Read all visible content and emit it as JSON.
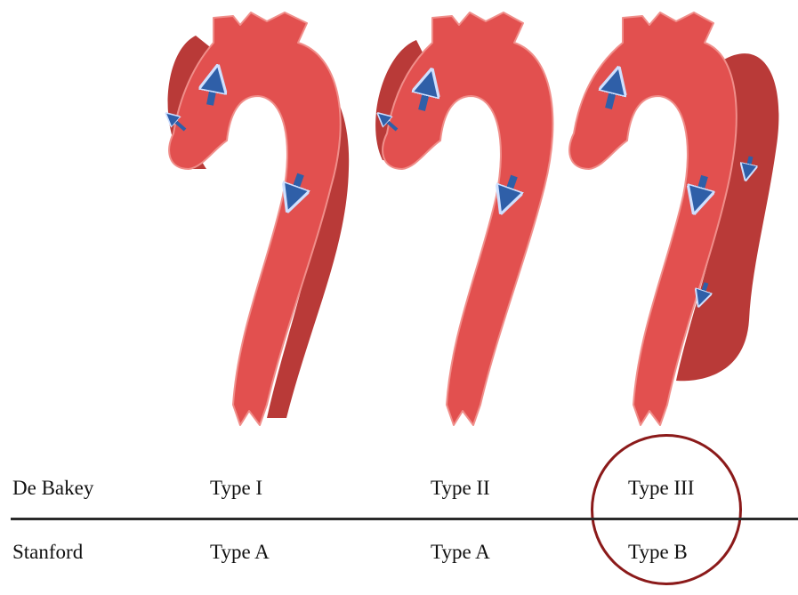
{
  "colors": {
    "aorta_fill": "#e2504f",
    "aorta_outline": "#f08e8a",
    "false_lumen": "#b93a38",
    "flow_arrow": "#2f5fa8",
    "highlight_ring": "#8b1a1a",
    "text": "#111111",
    "divider": "#2a2a2a"
  },
  "icons": {
    "vessel": "aorta-illustration",
    "flow": "blood-flow-arrow"
  },
  "table": {
    "row1_header": "De Bakey",
    "row2_header": "Stanford",
    "columns": [
      {
        "debakey": "Type I",
        "stanford": "Type A"
      },
      {
        "debakey": "Type II",
        "stanford": "Type A"
      },
      {
        "debakey": "Type III",
        "stanford": "Type B"
      }
    ]
  }
}
